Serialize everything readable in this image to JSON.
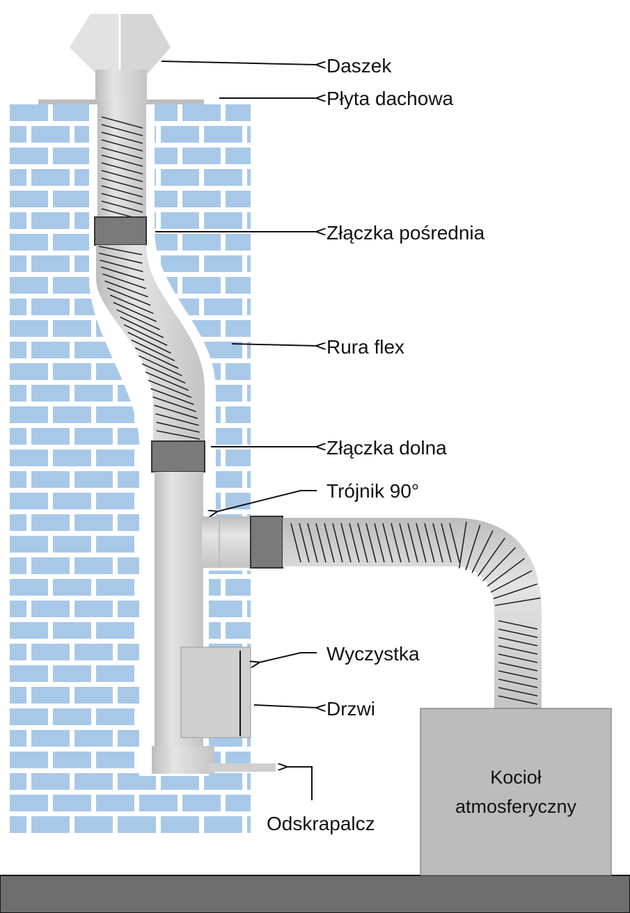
{
  "colors": {
    "brick": "#a8c8e8",
    "mortar": "#ffffff",
    "pipe": "#d6d6d6",
    "pipe_shade": "#bdbdbd",
    "connector": "#7a7a7a",
    "boiler": "#bcbcbc",
    "ground": "#6e6e6e",
    "ink": "#111111"
  },
  "labels": {
    "daszek": "Daszek",
    "plyta": "Płyta dachowa",
    "zlaczka_posrednia": "Złączka pośrednia",
    "rura_flex": "Rura flex",
    "zlaczka_dolna": "Złączka dolna",
    "trojnik": "Trójnik 90°",
    "wyczystka": "Wyczystka",
    "drzwi": "Drzwi",
    "odskrapalcz": "Odskrapalcz"
  },
  "boiler": {
    "line1": "Kocioł",
    "line2": "atmosferyczny"
  }
}
